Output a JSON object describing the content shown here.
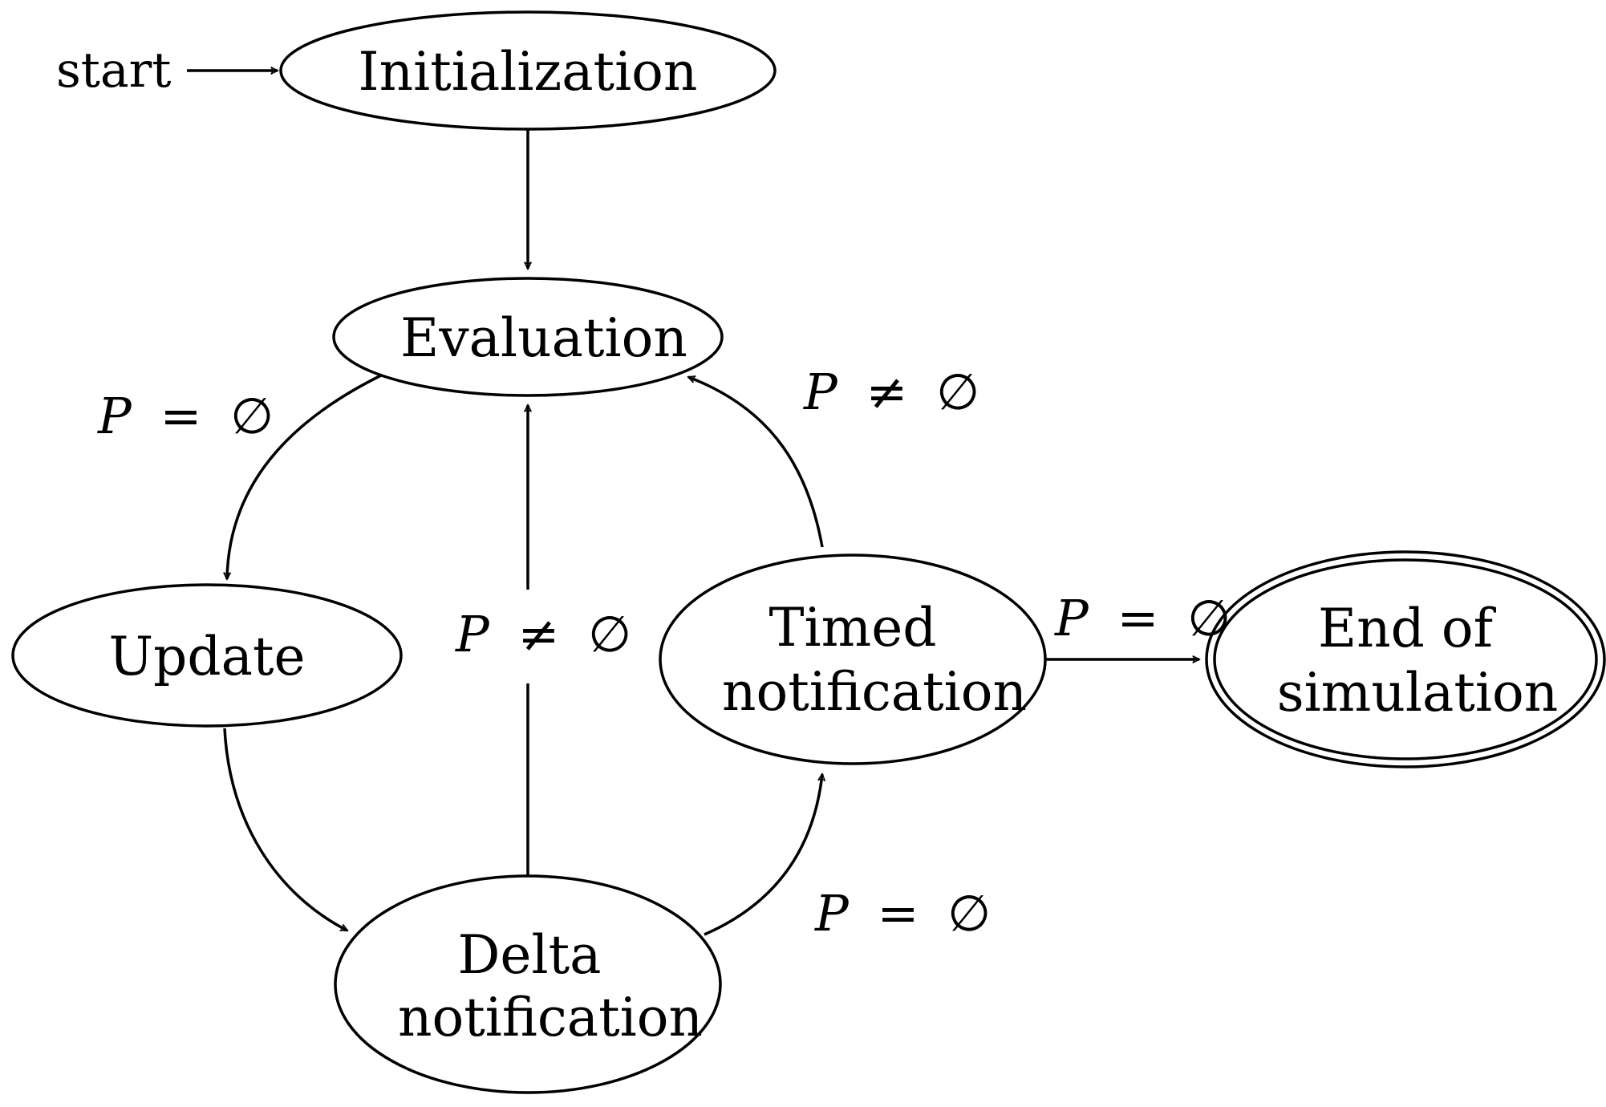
{
  "start_label": "start",
  "nodes": {
    "initialization": {
      "lines": [
        "Initialization"
      ]
    },
    "evaluation": {
      "lines": [
        "Evaluation"
      ]
    },
    "update": {
      "lines": [
        "Update"
      ]
    },
    "delta_notification": {
      "lines": [
        "Delta",
        "notification"
      ]
    },
    "timed_notification": {
      "lines": [
        "Timed",
        "notification"
      ]
    },
    "end_of_simulation": {
      "lines": [
        "End of",
        "simulation"
      ]
    }
  },
  "edges": {
    "evaluation_to_update": {
      "var": "P",
      "rel": "=",
      "set": "∅"
    },
    "timed_to_evaluation": {
      "var": "P",
      "rel": "≠",
      "set": "∅"
    },
    "delta_to_evaluation": {
      "var": "P",
      "rel": "≠",
      "set": "∅"
    },
    "timed_to_end": {
      "var": "P",
      "rel": "=",
      "set": "∅"
    },
    "delta_to_timed": {
      "var": "P",
      "rel": "=",
      "set": "∅"
    }
  },
  "colors": {
    "stroke": "#000000",
    "background": "#ffffff"
  }
}
